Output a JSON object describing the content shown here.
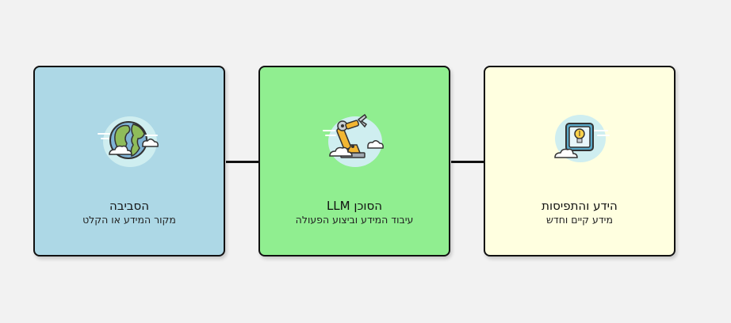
{
  "diagram": {
    "nodes": [
      {
        "id": "environment",
        "title": "הסביבה",
        "subtitle": "מקור המידע או הקלט",
        "fill": "#add8e6",
        "icon": "globe-icon"
      },
      {
        "id": "agent",
        "title": "הסוכן LLM",
        "subtitle": "עיבוד המידע וביצוע הפעולה",
        "fill": "#90ee90",
        "icon": "robot-arm-icon"
      },
      {
        "id": "knowledge",
        "title": "הידע והתפיסות",
        "subtitle": "מידע קיים וחדש",
        "fill": "#ffffe0",
        "icon": "lightbulb-icon"
      }
    ],
    "edges": [
      {
        "from": "environment",
        "to": "agent"
      },
      {
        "from": "agent",
        "to": "knowledge"
      }
    ]
  }
}
